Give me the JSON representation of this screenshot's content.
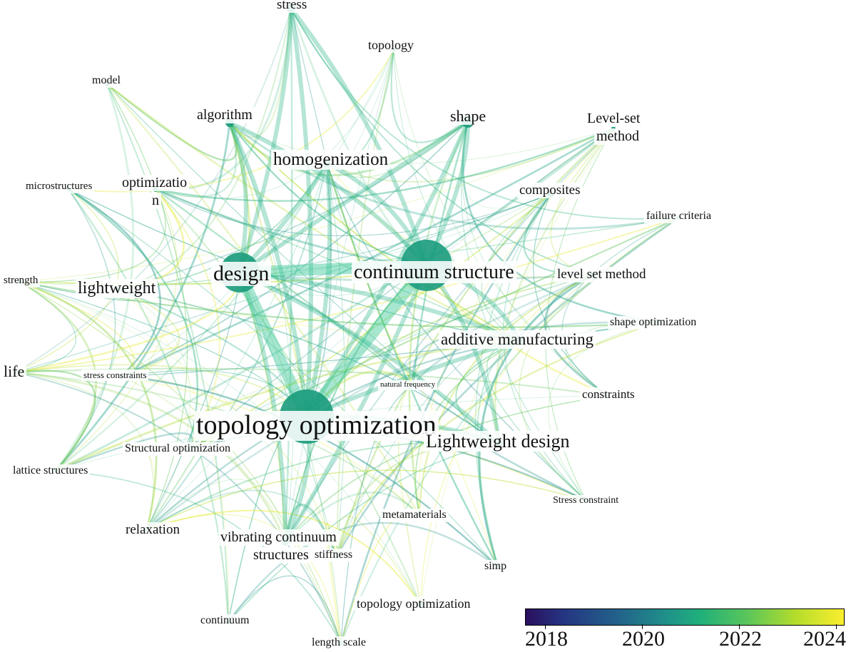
{
  "keywords": {
    "stress": "stress",
    "topology": "topology",
    "model": "model",
    "algorithm": "algorithm",
    "shape": "shape",
    "level_set_method_1": "Level-set",
    "level_set_method_2": "method",
    "homogenization": "homogenization",
    "microstructures": "microstructures",
    "optimization_1": "optimizatio",
    "optimization_2": "n",
    "composites": "composites",
    "failure_criteria": "failure criteria",
    "strength": "strength",
    "lightweight": "lightweight",
    "design": "design",
    "continuum_structure": "continuum structure",
    "level_set_method_lower": "level set method",
    "shape_optimization": "shape optimization",
    "additive_manufacturing": "additive manufacturing",
    "life": "life",
    "stress_constraints": "stress constraints",
    "natural_frequency": "natural frequency",
    "constraints": "constraints",
    "topology_optimization": "topology optimization",
    "lightweight_design": "Lightweight design",
    "structural_optimization": "Structural optimization",
    "lattice_structures": "lattice structures",
    "stress_constraint": "Stress constraint",
    "metamaterials": "metamaterials",
    "relaxation": "relaxation",
    "vibrating_1": "vibrating continuum",
    "vibrating_2": "structures",
    "stiffness": "stiffness",
    "simp": "simp",
    "topology_optimization_2": "topology optimization",
    "continuum": "continuum",
    "length_scale": "length scale"
  },
  "legend": {
    "ticks": [
      "2018",
      "2020",
      "2022",
      "2024"
    ],
    "colors": [
      "#2a0f5e",
      "#253582",
      "#22658a",
      "#1f938a",
      "#20b07a",
      "#5cc65a",
      "#b5dd2b",
      "#fbee2e"
    ]
  }
}
